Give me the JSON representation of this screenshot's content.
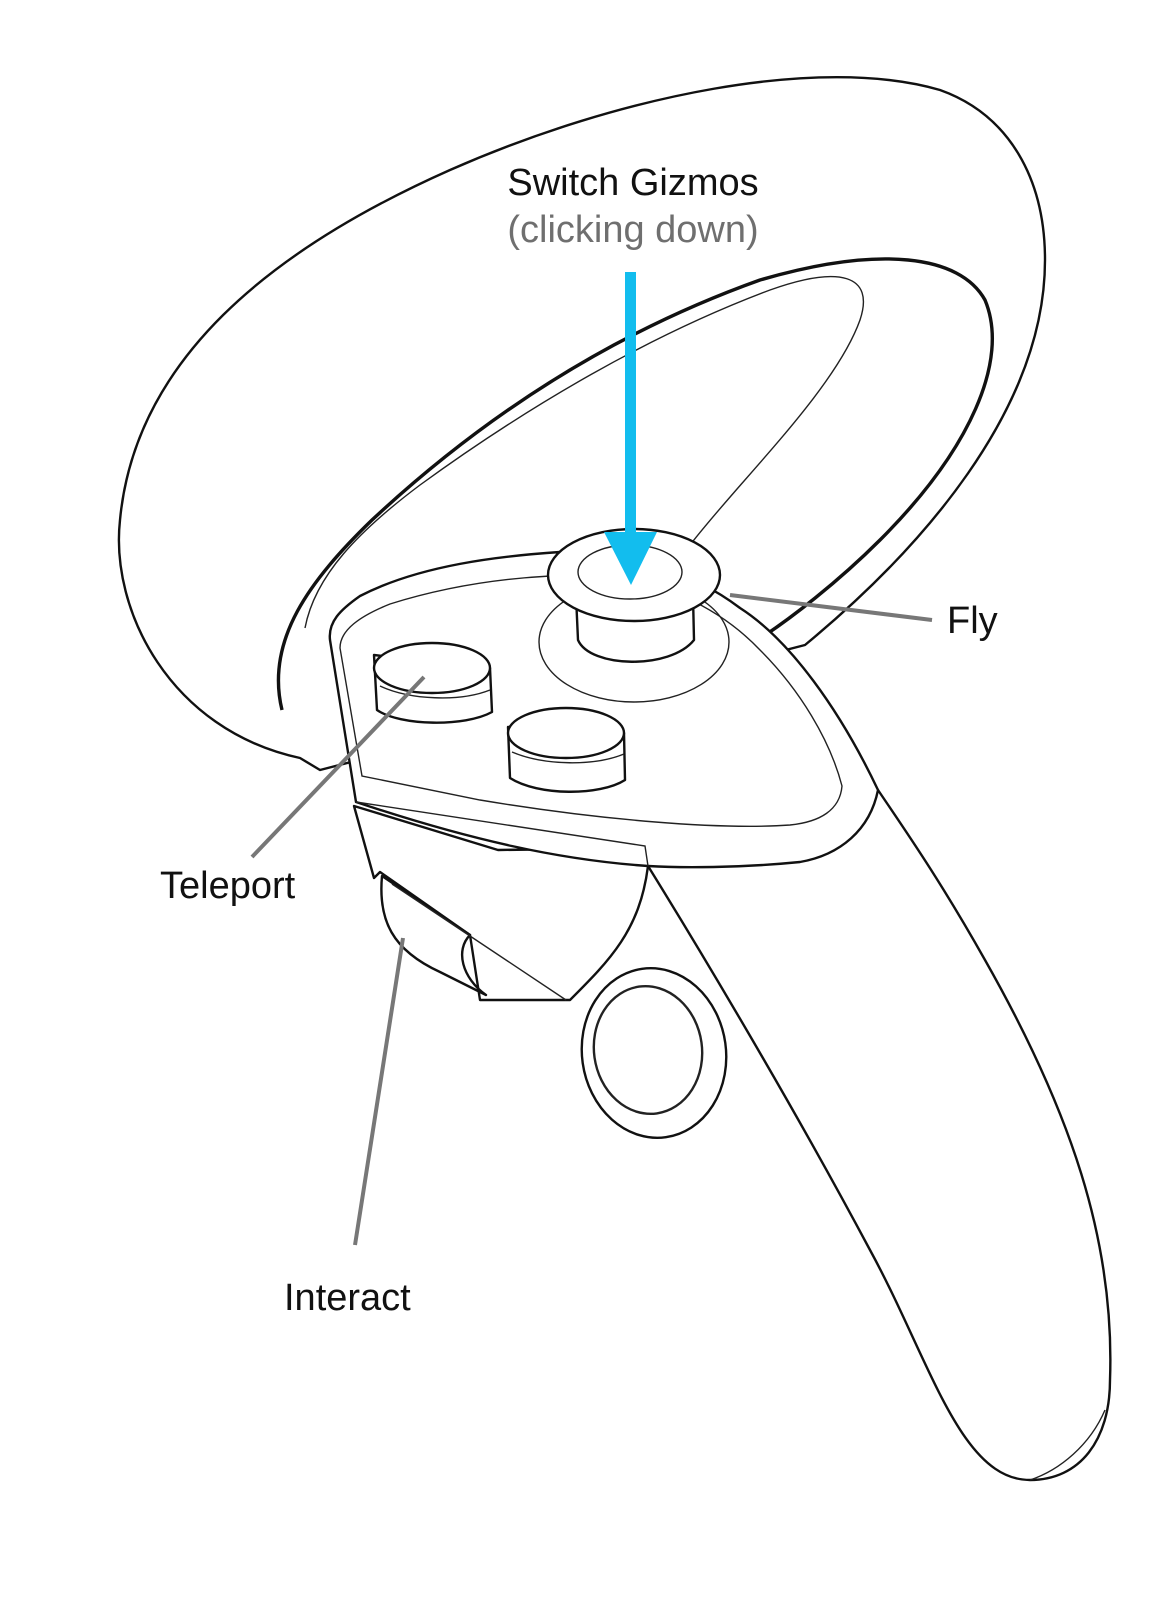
{
  "labels": {
    "switch_gizmos": "Switch Gizmos",
    "clicking_down": "(clicking down)",
    "fly": "Fly",
    "teleport": "Teleport",
    "interact": "Interact"
  },
  "icons": {
    "press_arrow": "arrow-down-icon"
  },
  "colors": {
    "arrow": "#12BDEE",
    "leader": "#777777",
    "outline": "#111111",
    "label_main": "#111111",
    "label_secondary": "#6f6f6f"
  }
}
